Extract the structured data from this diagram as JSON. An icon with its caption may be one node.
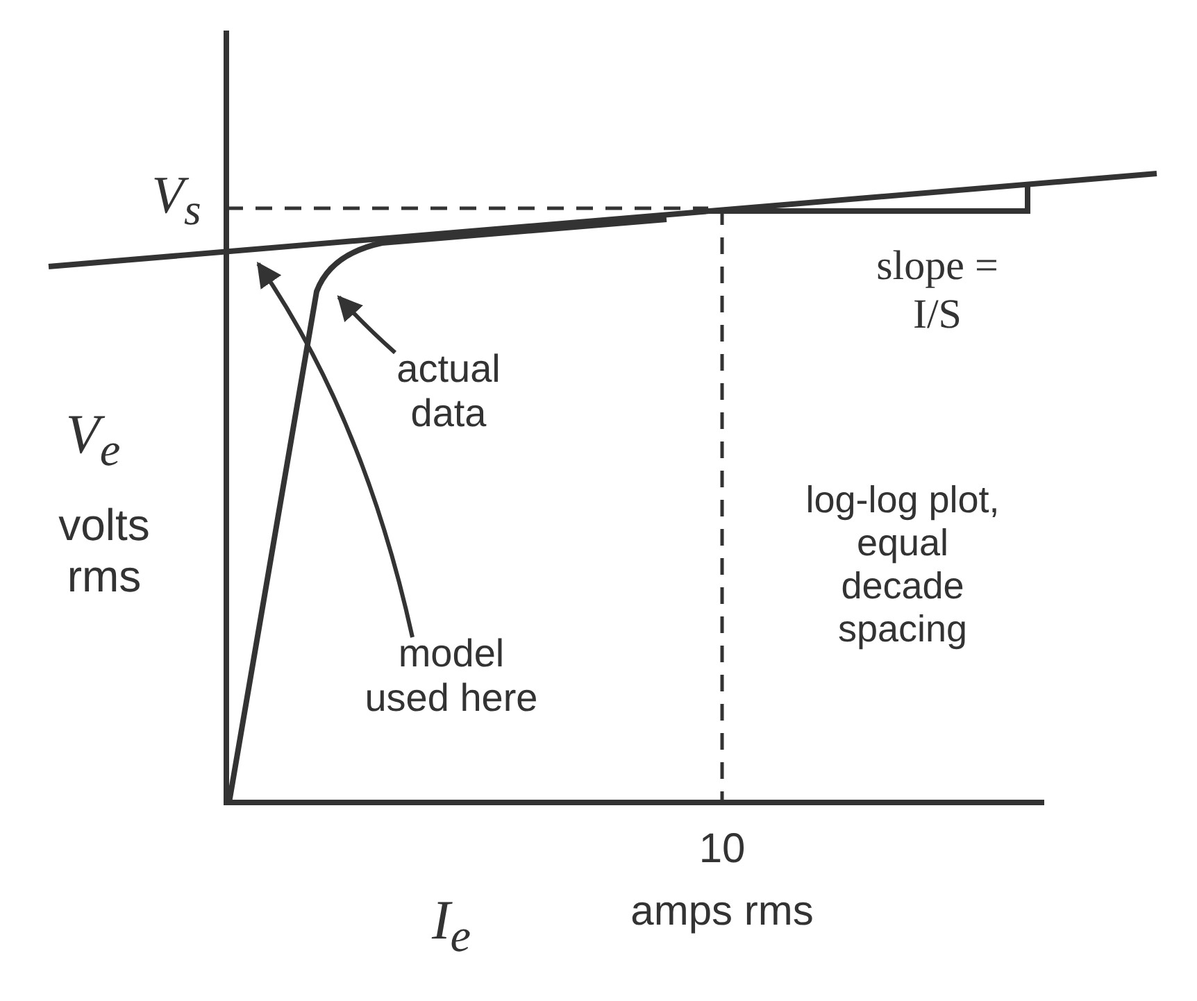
{
  "diagram": {
    "nodes": [
      {
        "text": [
          "actual data"
        ]
      },
      {
        "text": [
          "model used here"
        ]
      }
    ],
    "edges": [
      {
        "from": 0,
        "to": null,
        "arrow": "to"
      },
      {
        "from": 1,
        "to": null,
        "arrow": "to"
      }
    ],
    "labels": [
      "V$_{s}$",
      "slope = I/S",
      "V$_{e}$",
      "volts rms",
      "log-log plot, equal decade spacing",
      "10",
      "I$_{e}$",
      "amps rms"
    ]
  }
}
